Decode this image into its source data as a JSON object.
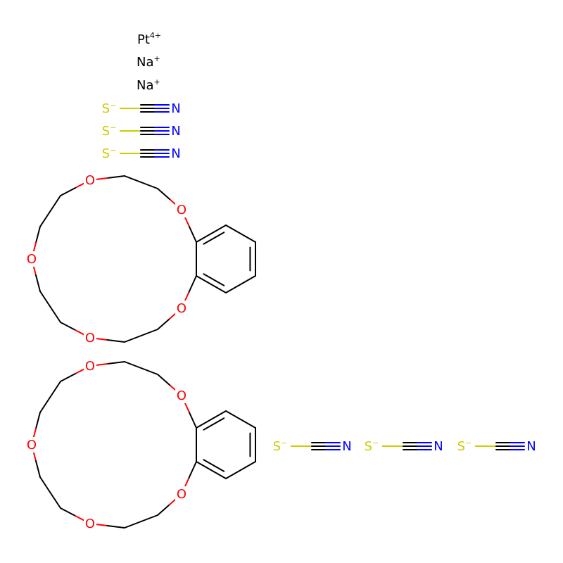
{
  "colors": {
    "bond": "#000000",
    "oxygen": "#FF0000",
    "sulfur": "#CCCC00",
    "nitrogen": "#0000FF",
    "metal": "#000000"
  },
  "ions": {
    "platinum": {
      "symbol": "Pt",
      "charge": "4+"
    },
    "sodium_1": {
      "symbol": "Na",
      "charge": "+"
    },
    "sodium_2": {
      "symbol": "Na",
      "charge": "+"
    }
  },
  "thiocyanate": {
    "sulfur_symbol": "S",
    "sulfur_charge": "−",
    "nitrogen_symbol": "N",
    "count": 6
  },
  "crown_ether": {
    "oxygen_symbol": "O",
    "count": 2,
    "oxygens_per_ring": 5
  }
}
